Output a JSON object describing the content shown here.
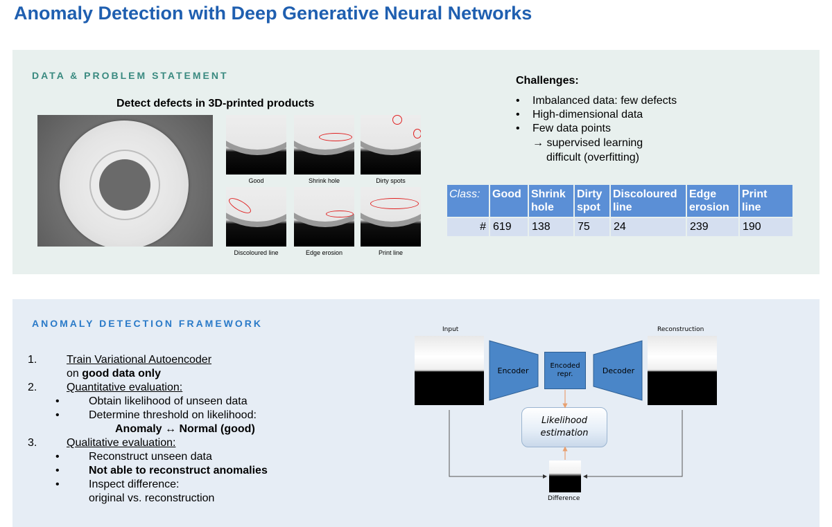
{
  "title": "Anomaly Detection with Deep Generative Neural Networks",
  "section1": {
    "heading": "DATA & PROBLEM STATEMENT",
    "detect_title": "Detect defects in 3D-printed products",
    "thumbnails": [
      "Good",
      "Shrink hole",
      "Dirty spots",
      "Discoloured line",
      "Edge erosion",
      "Print line"
    ]
  },
  "challenges": {
    "title": "Challenges:",
    "items": [
      "Imbalanced data: few defects",
      "High-dimensional data",
      "Few data points"
    ],
    "sub_line1": "→ supervised learning",
    "sub_line2": "difficult (overfitting)"
  },
  "class_table": {
    "header_label": "Class:",
    "classes": [
      {
        "l1": "Good",
        "l2": ""
      },
      {
        "l1": "Shrink",
        "l2": "hole"
      },
      {
        "l1": "Dirty",
        "l2": "spot"
      },
      {
        "l1": "Discoloured",
        "l2": "line"
      },
      {
        "l1": "Edge",
        "l2": "erosion"
      },
      {
        "l1": "Print",
        "l2": "line"
      }
    ],
    "count_label": "#",
    "counts": [
      "619",
      "138",
      "75",
      "24",
      "239",
      "190"
    ]
  },
  "section2": {
    "heading": "ANOMALY DETECTION FRAMEWORK",
    "step1_num": "1.",
    "step1": "Train Variational Autoencoder",
    "step1b_pre": "on ",
    "step1b_bold": "good data only",
    "step2_num": "2.",
    "step2": "Quantitative evaluation:",
    "step2_b1": "Obtain likelihood of unseen data",
    "step2_b2": "Determine threshold on likelihood:",
    "step2_b3": "Anomaly ↔ Normal (good)",
    "step3_num": "3.",
    "step3": "Qualitative evaluation:",
    "step3_b1": "Reconstruct unseen data",
    "step3_b2": "Not able to reconstruct anomalies",
    "step3_b3": "Inspect difference:",
    "step3_b4": "original vs. reconstruction",
    "bullet": "•"
  },
  "diagram": {
    "input_label": "Input",
    "reconstruction_label": "Reconstruction",
    "encoder": "Encoder",
    "encoded_l1": "Encoded",
    "encoded_l2": "repr.",
    "decoder": "Decoder",
    "likelihood_l1": "Likelihood",
    "likelihood_l2": "estimation",
    "difference_label": "Difference",
    "colors": {
      "box": "#4a86c8",
      "arrow": "#e8a070",
      "line": "#555555"
    }
  }
}
